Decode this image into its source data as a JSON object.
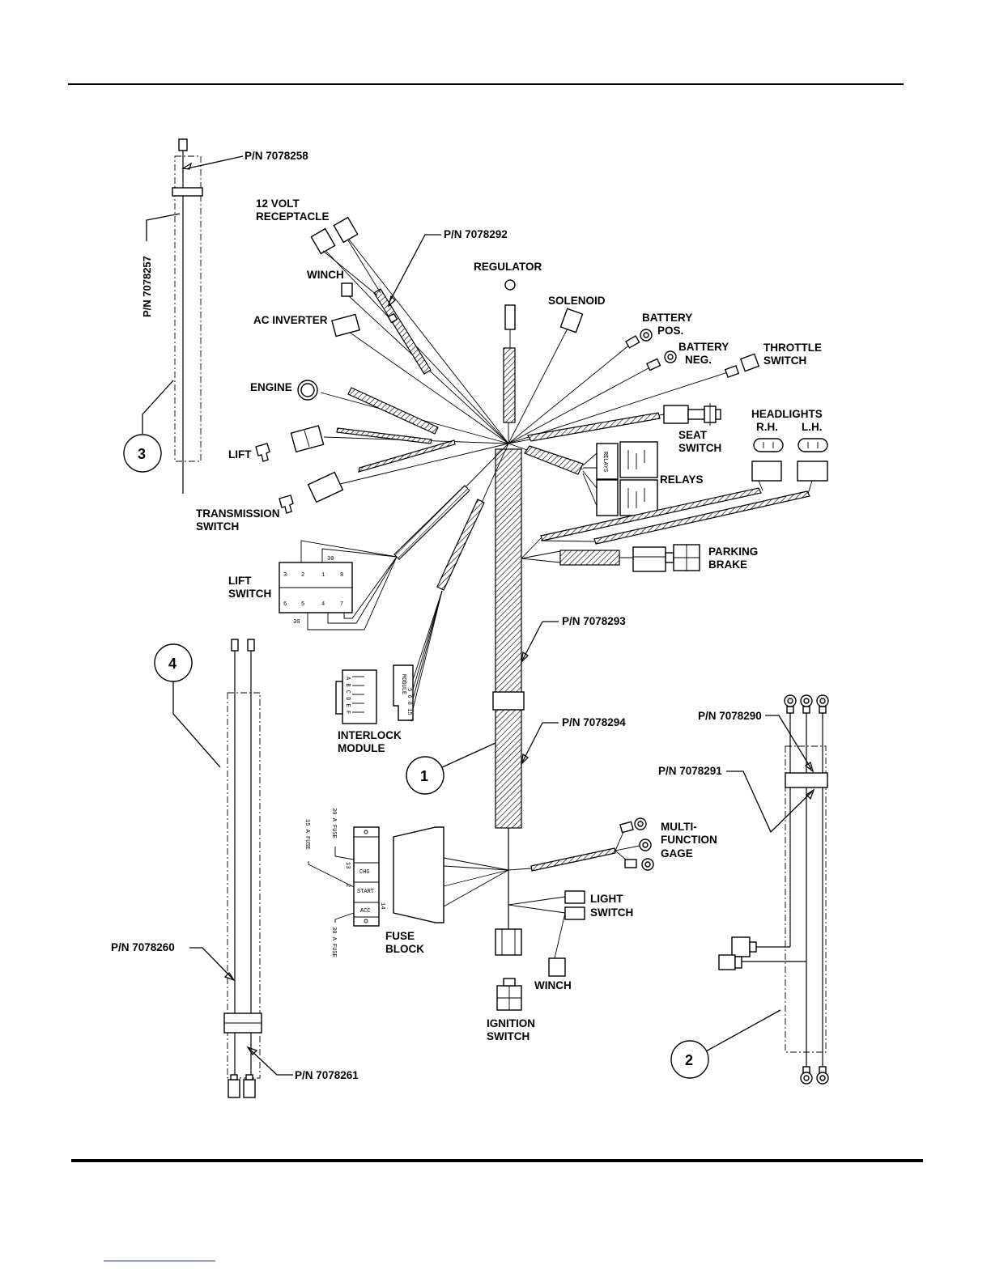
{
  "labels": {
    "pn_7078258": "P/N 7078258",
    "pn_7078257": "P/N 7078257",
    "twelve_volt_1": "12 VOLT",
    "twelve_volt_2": "RECEPTACLE",
    "pn_7078292": "P/N 7078292",
    "winch_top": "WINCH",
    "regulator": "REGULATOR",
    "solenoid": "SOLENOID",
    "ac_inverter": "AC INVERTER",
    "battery_pos_1": "BATTERY",
    "battery_pos_2": "POS.",
    "battery_neg_1": "BATTERY",
    "battery_neg_2": "NEG.",
    "throttle_1": "THROTTLE",
    "throttle_2": "SWITCH",
    "engine": "ENGINE",
    "headlights": "HEADLIGHTS",
    "rh": "R.H.",
    "lh": "L.H.",
    "seat_1": "SEAT",
    "seat_2": "SWITCH",
    "lift": "LIFT",
    "relays": "RELAYS",
    "transmission_1": "TRANSMISSION",
    "transmission_2": "SWITCH",
    "parking_1": "PARKING",
    "parking_2": "BRAKE",
    "lift_switch_1": "LIFT",
    "lift_switch_2": "SWITCH",
    "pn_7078293": "P/N 7078293",
    "pn_7078294": "P/N 7078294",
    "interlock_1": "INTERLOCK",
    "interlock_2": "MODULE",
    "pn_7078290": "P/N 7078290",
    "pn_7078291": "P/N 7078291",
    "multi_1": "MULTI-",
    "multi_2": "FUNCTION",
    "multi_3": "GAGE",
    "light_1": "LIGHT",
    "light_2": "SWITCH",
    "fuse_1": "FUSE",
    "fuse_2": "BLOCK",
    "winch_bottom": "WINCH",
    "ignition_1": "IGNITION",
    "ignition_2": "SWITCH",
    "pn_7078260": "P/N 7078260",
    "pn_7078261": "P/N 7078261"
  },
  "callouts": {
    "c1": "1",
    "c2": "2",
    "c3": "3",
    "c4": "4"
  },
  "fuse_block": {
    "fuse_15a": "15 A FUSE",
    "fuse_30a_top": "30 A FUSE",
    "fuse_30a_bottom": "30 A FUSE",
    "chg": "CHG",
    "start": "START",
    "acc": "ACC",
    "n13": "13",
    "n2": "2",
    "n14": "14"
  },
  "relay_block": {
    "relays_tag": "RELAYS"
  },
  "interlock_pins": {
    "letters": "A B C D E F",
    "numbers": "5 6 8 15 7",
    "module_tag": "MODULE"
  },
  "lift_switch_pins": {
    "p3": "3",
    "p2": "2",
    "p1": "1",
    "p8": "8",
    "p6": "6",
    "p5": "5",
    "p4": "4",
    "p7": "7",
    "p30a": "30",
    "p30b": "30"
  }
}
